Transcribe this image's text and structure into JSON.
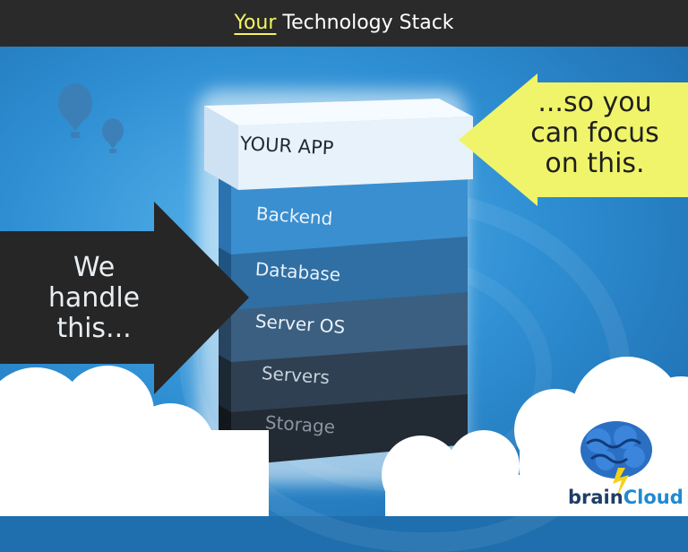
{
  "header": {
    "title_highlight": "Your",
    "title_rest": " Technology Stack"
  },
  "stack": {
    "top_layer": "YOUR APP",
    "layers": [
      "Backend",
      "Database",
      "Server OS",
      "Servers",
      "Storage"
    ]
  },
  "callouts": {
    "left_text": "We handle this...",
    "left_lines": [
      "We",
      "handle",
      "this..."
    ],
    "right_text": "...so you can focus on this.",
    "right_lines": [
      "...so you",
      "can focus",
      "on this."
    ]
  },
  "logo": {
    "text_left": "brain",
    "text_right": "Cloud"
  },
  "colors": {
    "header_bg": "#2a2a2a",
    "highlight": "#f3f55f",
    "top_layer": "#e8f2fb",
    "backend": "#3a8fd0",
    "database": "#2f6fa4",
    "server_os": "#3b5f80",
    "servers": "#2f4052",
    "storage": "#222a33",
    "left_arrow": "#262626",
    "right_arrow": "#f0f46a"
  }
}
